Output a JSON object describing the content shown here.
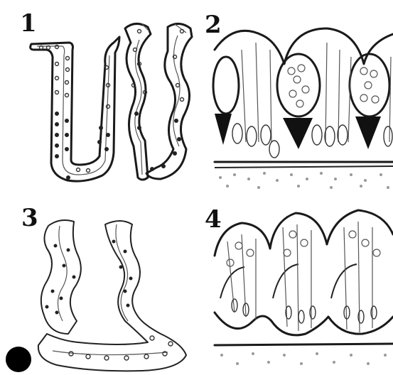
{
  "panels": [
    {
      "label": "1"
    },
    {
      "label": "2"
    },
    {
      "label": "3"
    },
    {
      "label": "4"
    }
  ],
  "colors": {
    "ink": "#1a1a1a",
    "background": "#ffffff"
  }
}
